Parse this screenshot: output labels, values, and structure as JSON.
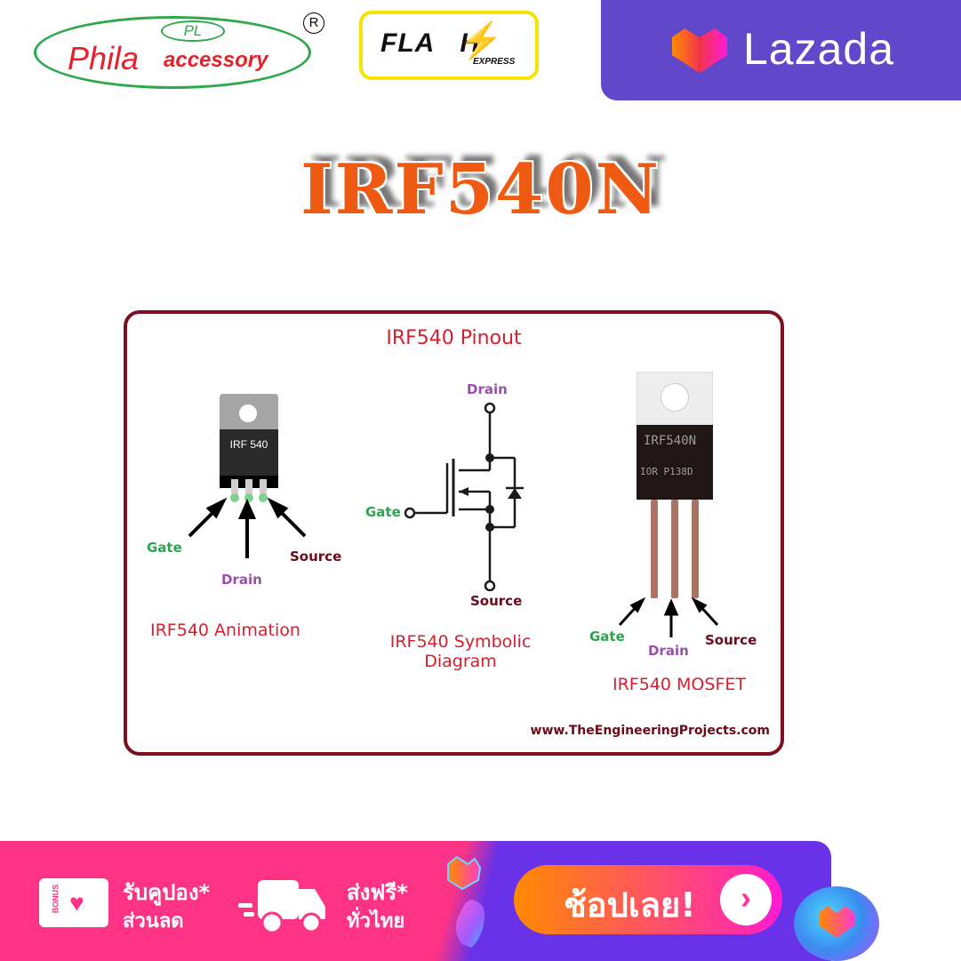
{
  "header": {
    "phila_logo": {
      "badge": "PL",
      "brand": "Phila",
      "subtitle": "accessory",
      "registered": "R",
      "colors": {
        "ring": "#2ea84a",
        "text": "#e8202a"
      }
    },
    "flash_logo": {
      "word_left": "FLA",
      "word_right": "H",
      "tagline": "EXPRESS",
      "colors": {
        "border": "#f4e400",
        "bolt": "#f4d400"
      }
    },
    "lazada_logo": {
      "name": "Lazada",
      "colors": {
        "background": "#6147c9"
      }
    }
  },
  "product": {
    "title": "IRF540N",
    "title_color": "#ef5a12"
  },
  "pinout_card": {
    "title": "IRF540 Pinout",
    "border_color": "#7c1020",
    "animation": {
      "chip_label": "IRF 540",
      "labels": {
        "gate": "Gate",
        "drain": "Drain",
        "source": "Source"
      },
      "caption": "IRF540 Animation"
    },
    "symbolic": {
      "labels": {
        "gate": "Gate",
        "drain": "Drain",
        "source": "Source"
      },
      "caption_line1": "IRF540 Symbolic",
      "caption_line2": "Diagram"
    },
    "mosfet_photo": {
      "marking_line1": "IRF540N",
      "marking_line2": "IOR P138D",
      "labels": {
        "gate": "Gate",
        "drain": "Drain",
        "source": "Source"
      },
      "caption": "IRF540 MOSFET"
    },
    "website": "www.TheEngineeringProjects.com"
  },
  "promo_banner": {
    "bonus_badge": "BONUS",
    "coupon_line1": "รับคูปอง*",
    "coupon_line2": "ส่วนลด",
    "shipping_line1": "ส่งฟรี*",
    "shipping_line2": "ทั่วไทย",
    "shop_now": "ช้อปเลย!",
    "shop_arrow": "›",
    "colors": {
      "pink": "#ff3386",
      "purple": "#6a32e8",
      "button_start": "#ff8a00",
      "button_end": "#ff1bd6"
    }
  }
}
